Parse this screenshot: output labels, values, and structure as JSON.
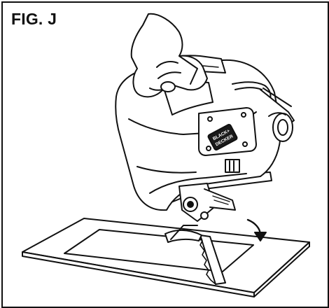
{
  "figure": {
    "label": "FIG. J"
  },
  "tool": {
    "brand_line1": "BLACK+",
    "brand_line2": "DECKER"
  },
  "colors": {
    "line": "#111111",
    "background": "#ffffff",
    "dark_fill": "#1a1a1a"
  },
  "icons": {
    "arrow": "curved-arrow-down-icon"
  }
}
